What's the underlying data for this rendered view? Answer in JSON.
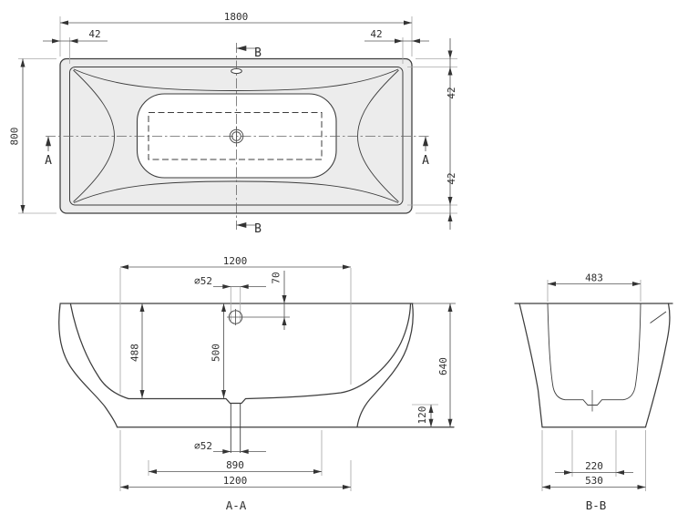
{
  "colors": {
    "line": "#3d3d3d",
    "dimension": "#555555",
    "extension": "#aaaaaa",
    "tub_fill": "#ececec",
    "basin_fill": "#ffffff",
    "background": "#ffffff",
    "text": "#2e2e2e"
  },
  "top_view": {
    "dim_length": "1800",
    "dim_width": "800",
    "dim_rim_offset_top_left": "42",
    "dim_rim_offset_top_right": "42",
    "dim_rim_offset_right_top": "42",
    "dim_rim_offset_right_bottom": "42",
    "section_marker_a": "A",
    "section_marker_b": "B"
  },
  "section_aa": {
    "label": "A-A",
    "dim_top_width": "1200",
    "dim_hole_top": "⌀52",
    "dim_hole_depth": "70",
    "dim_inner_depth": "488",
    "dim_center_depth": "500",
    "dim_overall_height": "640",
    "dim_base_height": "120",
    "dim_hole_bottom": "⌀52",
    "dim_floor_width": "890",
    "dim_bottom_width": "1200"
  },
  "section_bb": {
    "label": "B-B",
    "dim_top_width": "483",
    "dim_drain_width": "220",
    "dim_base_width": "530"
  }
}
